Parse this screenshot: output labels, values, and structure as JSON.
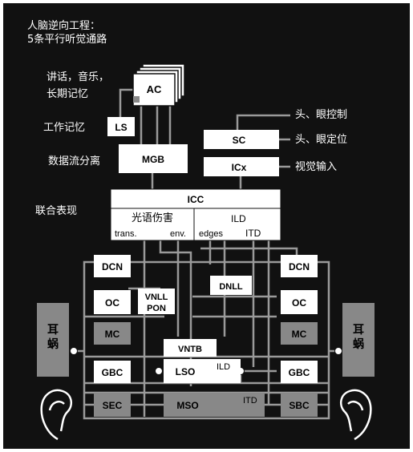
{
  "title": {
    "line1": "人脑逆向工程：",
    "line2": "5条平行听觉通路"
  },
  "side_labels": {
    "speech": "讲话，音乐，",
    "memory": "长期记忆",
    "working_memory": "工作记忆",
    "stream_sep": "数据流分离",
    "joint_rep": "联合表现"
  },
  "right_labels": {
    "head_eye_control": "头、眼控制",
    "head_eye_locate": "头、眼定位",
    "visual_input": "视觉输入"
  },
  "boxes": {
    "ac": "AC",
    "ls": "LS",
    "mgb": "MGB",
    "sc": "SC",
    "icx": "ICx",
    "icc": "ICC",
    "dcn": "DCN",
    "oc": "OC",
    "mc": "MC",
    "gbc": "GBC",
    "sec": "SEC",
    "sbc": "SBC",
    "vnll": "VNLL",
    "pon": "PON",
    "dnll": "DNLL",
    "vntb": "VNTB",
    "lso": "LSO",
    "mso": "MSO"
  },
  "icc_panel": {
    "left_title": "光语伤害",
    "trans": "trans.",
    "env": "env.",
    "ild": "ILD",
    "edges": "edges",
    "itd": "ITD"
  },
  "lso_ild": "ILD",
  "mso_itd": "ITD",
  "ear": {
    "left": "耳蜗",
    "right": "耳蜗"
  },
  "colors": {
    "background": "#111111",
    "box_white": "#ffffff",
    "box_gray": "#888888",
    "line": "#9a9a9a"
  }
}
